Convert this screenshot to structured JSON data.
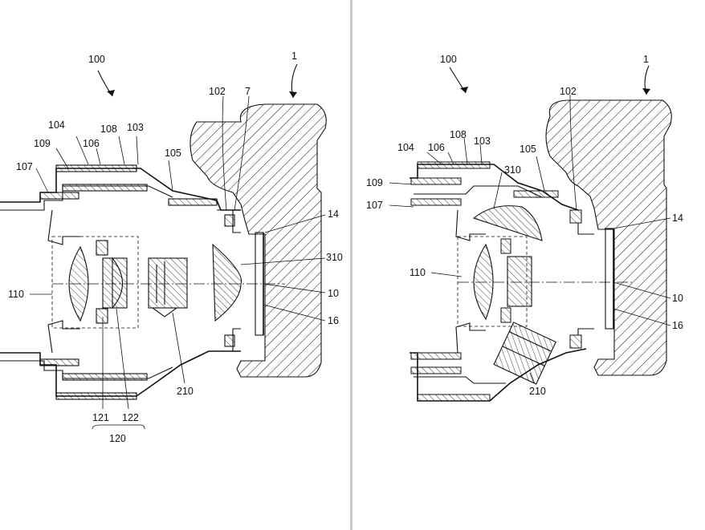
{
  "left_figure": {
    "labels": {
      "l100": "100",
      "l1": "1",
      "l102": "102",
      "l7": "7",
      "l104": "104",
      "l108": "108",
      "l103": "103",
      "l109": "109",
      "l106": "106",
      "l105": "105",
      "l107": "107",
      "l14": "14",
      "l310": "310",
      "l110": "110",
      "l10": "10",
      "l16": "16",
      "l210": "210",
      "l121": "121",
      "l122": "122",
      "l120": "120"
    }
  },
  "right_figure": {
    "labels": {
      "l100": "100",
      "l1": "1",
      "l102": "102",
      "l104": "104",
      "l106": "106",
      "l108": "108",
      "l103": "103",
      "l105": "105",
      "l310": "310",
      "l109": "109",
      "l107": "107",
      "l14": "14",
      "l110": "110",
      "l10": "10",
      "l16": "16",
      "l210": "210"
    }
  },
  "icons": {
    "panel_arrows": "curved-arrow-icon"
  }
}
